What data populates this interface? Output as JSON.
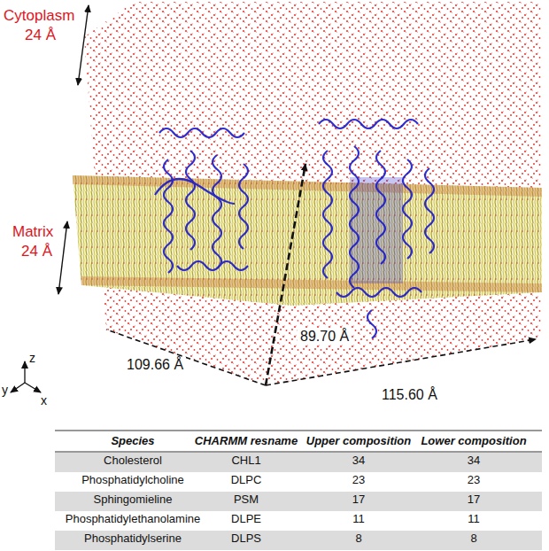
{
  "diagram": {
    "labels": [
      "Cytoplasm",
      "24 Å",
      "Matrix",
      "24 Å",
      "109.66 Å",
      "89.70 Å",
      "115.60 Å",
      "z",
      "y",
      "x",
      "Species",
      "CHARMM resname",
      "Upper composition",
      "Lower composition",
      "Cholesterol",
      "CHL1",
      "34",
      "34",
      "Phosphatidylcholine",
      "DLPC",
      "23",
      "23",
      "Sphingomieline",
      "PSM",
      "17",
      "17",
      "Phosphatidylethanolamine",
      "DLPE",
      "11",
      "11",
      "Phosphatidylserine",
      "DLPS",
      "8",
      "8"
    ]
  }
}
